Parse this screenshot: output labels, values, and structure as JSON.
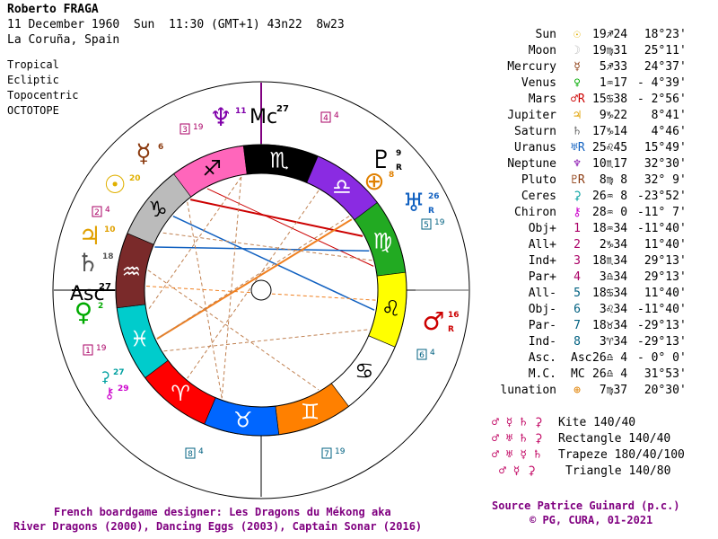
{
  "header": {
    "name": "Roberto FRAGA",
    "line1": "11 December 1960  Sun  11:30 (GMT+1) 43n22  8w23",
    "line2": "La Coruña, Spain",
    "system": [
      "Tropical",
      "Ecliptic",
      "Topocentric",
      "OCTOTOPE"
    ]
  },
  "colors": {
    "sagittarius": "#ff66bb",
    "scorpio": "#000000",
    "libra": "#8a2be2",
    "virgo": "#22aa22",
    "leo": "#ffff00",
    "cancer": "#ffffff",
    "gemini": "#ff8000",
    "taurus": "#0066ff",
    "aries": "#ff0000",
    "pisces": "#00cccc",
    "aquarius": "#7a2a2a",
    "capricorn": "#bbbbbb"
  },
  "chart_data": {
    "type": "table",
    "wheel_signs": [
      "♐",
      "♏",
      "♎",
      "♍",
      "♌",
      "♋",
      "♊",
      "♉",
      "♈",
      "♓",
      "♒",
      "♑"
    ],
    "axis_labels": {
      "asc": "Asc",
      "asc_deg": "27",
      "mc": "Mc",
      "mc_deg": "27"
    },
    "wheel_glyphs": [
      {
        "name": "uranus-retro",
        "glyph": "♅",
        "deg": "26",
        "retro": "R"
      },
      {
        "name": "pluto",
        "glyph": "♇",
        "deg": "9",
        "retro": "R"
      },
      {
        "name": "lunation",
        "glyph": "⊕",
        "deg": "8"
      },
      {
        "name": "neptune",
        "glyph": "♆",
        "deg": "11"
      },
      {
        "name": "mercury",
        "glyph": "☿",
        "deg": "6"
      },
      {
        "name": "sun",
        "glyph": "☉",
        "deg": "20"
      },
      {
        "name": "jupiter",
        "glyph": "♃",
        "deg": "10"
      },
      {
        "name": "saturn",
        "glyph": "♄",
        "deg": "18"
      },
      {
        "name": "venus",
        "glyph": "♀",
        "deg": "2"
      },
      {
        "name": "ceres",
        "glyph": "⚳",
        "deg": "27"
      },
      {
        "name": "chiron",
        "glyph": "⚷",
        "deg": "29"
      },
      {
        "name": "mars-retro",
        "glyph": "♂",
        "deg": "16",
        "retro": "R"
      }
    ],
    "wheel_points": [
      {
        "label": "3",
        "deg": "19"
      },
      {
        "label": "4",
        "deg": "4"
      },
      {
        "label": "2",
        "deg": "4"
      },
      {
        "label": "5",
        "deg": "19"
      },
      {
        "label": "6",
        "deg": "4"
      },
      {
        "label": "8",
        "deg": "4"
      },
      {
        "label": "7",
        "deg": "19"
      },
      {
        "label": "1",
        "deg": "19"
      }
    ],
    "positions": [
      {
        "name": "Sun",
        "glyph": "☉",
        "color": "#e0b000",
        "deg": "19",
        "sign": "♐",
        "min": "24",
        "lat": "18°23'"
      },
      {
        "name": "Moon",
        "glyph": "☽",
        "color": "#bbbbbb",
        "deg": "19",
        "sign": "♍",
        "min": "31",
        "lat": "25°11'"
      },
      {
        "name": "Mercury",
        "glyph": "☿",
        "color": "#8b3a0f",
        "deg": "5",
        "sign": "♐",
        "min": "33",
        "lat": "24°37'"
      },
      {
        "name": "Venus",
        "glyph": "♀",
        "color": "#00aa00",
        "deg": "1",
        "sign": "♒",
        "min": "17",
        "lat": "- 4°39'"
      },
      {
        "name": "Mars",
        "glyph": "♂R",
        "color": "#cc0000",
        "deg": "15",
        "sign": "♋",
        "min": "38",
        "lat": "- 2°56'"
      },
      {
        "name": "Jupiter",
        "glyph": "♃",
        "color": "#e0a000",
        "deg": "9",
        "sign": "♑",
        "min": "22",
        "lat": "8°41'"
      },
      {
        "name": "Saturn",
        "glyph": "♄",
        "color": "#666666",
        "deg": "17",
        "sign": "♑",
        "min": "14",
        "lat": "4°46'"
      },
      {
        "name": "Uranus",
        "glyph": "♅R",
        "color": "#1060c0",
        "deg": "25",
        "sign": "♌",
        "min": "45",
        "lat": "15°49'"
      },
      {
        "name": "Neptune",
        "glyph": "♆",
        "color": "#8000aa",
        "deg": "10",
        "sign": "♏",
        "min": "17",
        "lat": "32°30'"
      },
      {
        "name": "Pluto",
        "glyph": "♇R",
        "color": "#8b3a0f",
        "deg": "8",
        "sign": "♍",
        "min": "8",
        "lat": "32° 9'"
      },
      {
        "name": "Ceres",
        "glyph": "⚳",
        "color": "#00a0a0",
        "deg": "26",
        "sign": "♒",
        "min": "8",
        "lat": "-23°52'"
      },
      {
        "name": "Chiron",
        "glyph": "⚷",
        "color": "#cc00cc",
        "deg": "28",
        "sign": "♒",
        "min": "0",
        "lat": "-11° 7'"
      },
      {
        "name": "Obj+",
        "glyph": "1",
        "color": "#aa0066",
        "deg": "18",
        "sign": "♒",
        "min": "34",
        "lat": "-11°40'"
      },
      {
        "name": "All+",
        "glyph": "2",
        "color": "#aa0066",
        "deg": "2",
        "sign": "♑",
        "min": "34",
        "lat": "11°40'"
      },
      {
        "name": "Ind+",
        "glyph": "3",
        "color": "#aa0066",
        "deg": "18",
        "sign": "♏",
        "min": "34",
        "lat": "29°13'"
      },
      {
        "name": "Par+",
        "glyph": "4",
        "color": "#aa0066",
        "deg": "3",
        "sign": "♎",
        "min": "34",
        "lat": "29°13'"
      },
      {
        "name": "All-",
        "glyph": "5",
        "color": "#006080",
        "deg": "18",
        "sign": "♋",
        "min": "34",
        "lat": "11°40'"
      },
      {
        "name": "Obj-",
        "glyph": "6",
        "color": "#006080",
        "deg": "3",
        "sign": "♌",
        "min": "34",
        "lat": "-11°40'"
      },
      {
        "name": "Par-",
        "glyph": "7",
        "color": "#006080",
        "deg": "18",
        "sign": "♉",
        "min": "34",
        "lat": "-29°13'"
      },
      {
        "name": "Ind-",
        "glyph": "8",
        "color": "#006080",
        "deg": "3",
        "sign": "♈",
        "min": "34",
        "lat": "-29°13'"
      },
      {
        "name": "Asc.",
        "glyph": "Asc",
        "color": "#000000",
        "deg": "26",
        "sign": "♎",
        "min": "4",
        "lat": "- 0° 0'"
      },
      {
        "name": "M.C.",
        "glyph": "MC",
        "color": "#000000",
        "deg": "26",
        "sign": "♎",
        "min": "4",
        "lat": "31°53'"
      },
      {
        "name": "lunation",
        "glyph": "⊕",
        "color": "#e08000",
        "deg": "7",
        "sign": "♍",
        "min": "37",
        "lat": "20°30'"
      }
    ],
    "configurations": [
      {
        "glyphs": "♂ ☿ ♄ ⚳",
        "label": "Kite 140/40"
      },
      {
        "glyphs": "♂ ♅ ♄ ⚳",
        "label": "Rectangle 140/40"
      },
      {
        "glyphs": "♂ ♅ ☿ ♄",
        "label": "Trapeze 180/40/100"
      },
      {
        "glyphs": "♂ ☿ ⚳",
        "label": "Triangle 140/80"
      }
    ]
  },
  "footer": {
    "left1": "French boardgame designer: Les Dragons du Mékong aka",
    "left2": "River Dragons (2000), Dancing Eggs (2003), Captain Sonar (2016)",
    "right1": "Source Patrice Guinard (p.c.)",
    "right2": "© PG, CURA, 01-2021"
  }
}
